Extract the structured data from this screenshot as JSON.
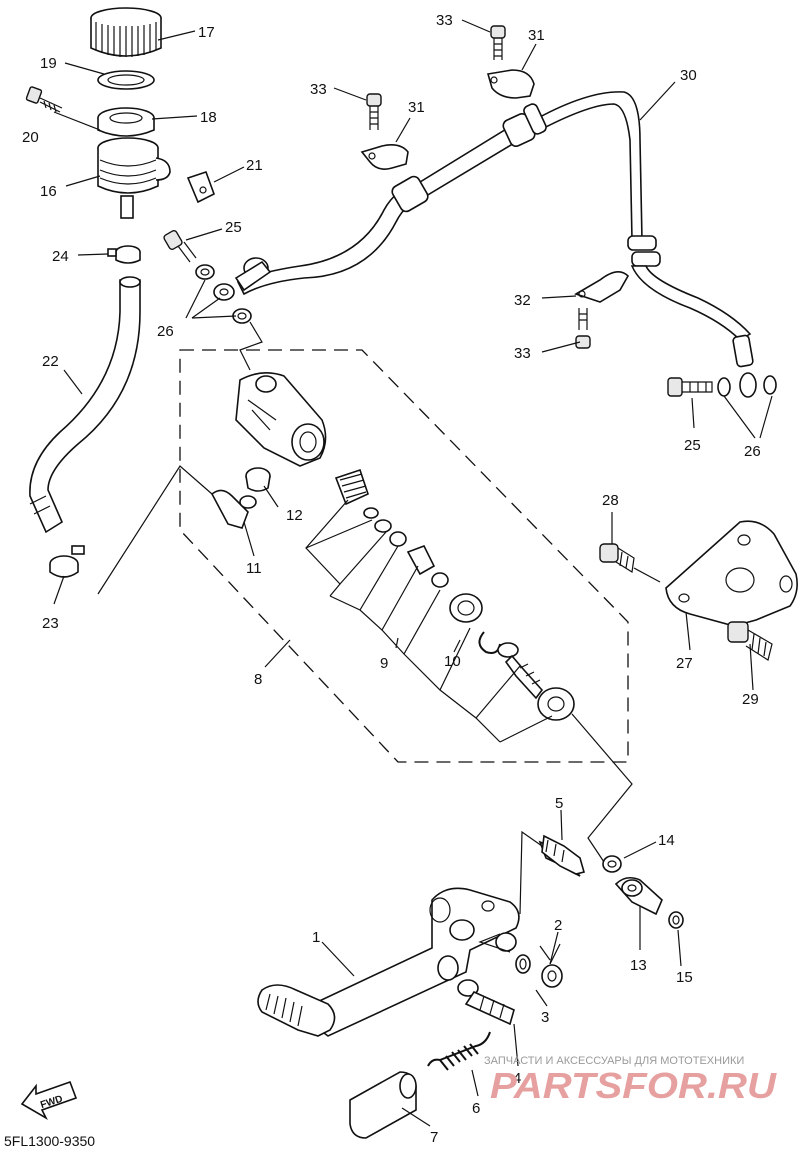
{
  "diagram": {
    "code": "5FL1300-9350",
    "fwd_label": "FWD",
    "watermark_small": "ЗАПЧАСТИ И АКСЕССУАРЫ ДЛЯ МОТОТЕХНИКИ",
    "watermark_big": "PARTSFOR.RU",
    "callouts": {
      "c1": "1",
      "c2": "2",
      "c3": "3",
      "c4": "4",
      "c5": "5",
      "c6": "6",
      "c7": "7",
      "c8": "8",
      "c9": "9",
      "c10": "10",
      "c11": "11",
      "c12": "12",
      "c13": "13",
      "c14": "14",
      "c15": "15",
      "c16": "16",
      "c17": "17",
      "c18": "18",
      "c19": "19",
      "c20": "20",
      "c21": "21",
      "c22": "22",
      "c23": "23",
      "c24": "24",
      "c25a": "25",
      "c25b": "25",
      "c26a": "26",
      "c26b": "26",
      "c27": "27",
      "c28": "28",
      "c29": "29",
      "c30": "30",
      "c31a": "31",
      "c31b": "31",
      "c32": "32",
      "c33a": "33",
      "c33b": "33",
      "c33c": "33"
    }
  }
}
